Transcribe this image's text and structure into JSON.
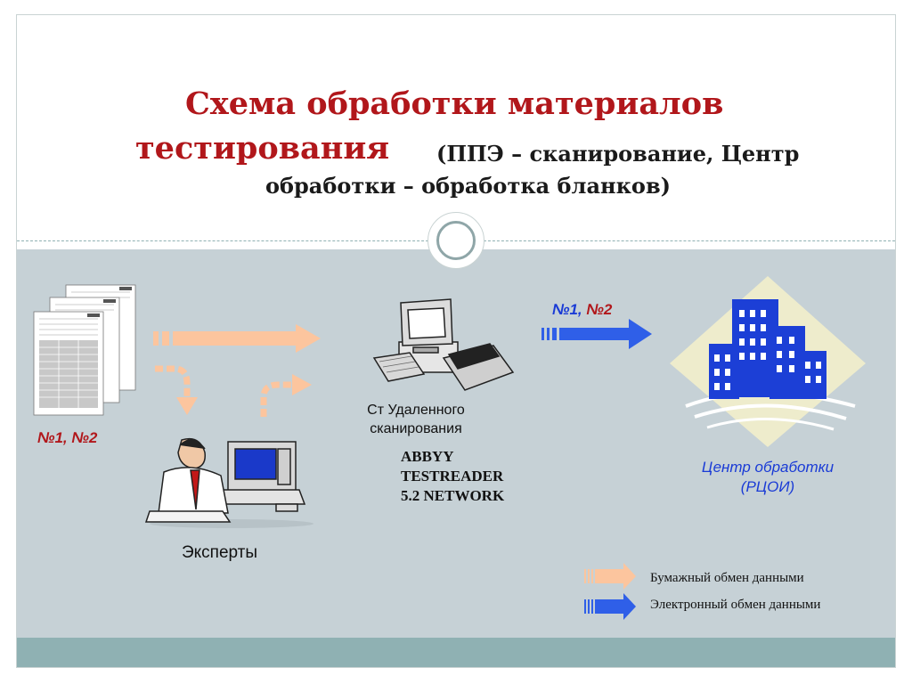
{
  "title": {
    "line1": "Схема обработки материалов",
    "line2": "тестирования",
    "subtitle_line1": "(ППЭ – сканирование, Центр",
    "subtitle_line2": "обработки – обработка бланков)"
  },
  "labels": {
    "forms_numbers": "№1, №2",
    "transfer_numbers_part1": "№1, ",
    "transfer_numbers_part2": "№2",
    "scan_station_line1": "Ст Удаленного",
    "scan_station_line2": "сканирования",
    "software_line1": "ABBYY",
    "software_line2": "TESTREADER",
    "software_line3": "5.2 NETWORK",
    "center_line1": "Центр  обработки",
    "center_line2": "(РЦОИ)",
    "experts": "Эксперты"
  },
  "legend": {
    "paper": "Бумажный обмен данными",
    "electronic": "Электронный обмен данными"
  },
  "colors": {
    "title_red": "#b1171b",
    "paper_arrow": "#fcc59e",
    "electronic_arrow": "#2f5fe8",
    "panel": "#c6d1d6",
    "band": "#8fb1b3"
  },
  "icons": {
    "forms": "answer-sheets-icon",
    "computer_scanner": "computer-with-scanner-icon",
    "building": "office-building-icon",
    "expert": "expert-at-computer-icon"
  }
}
